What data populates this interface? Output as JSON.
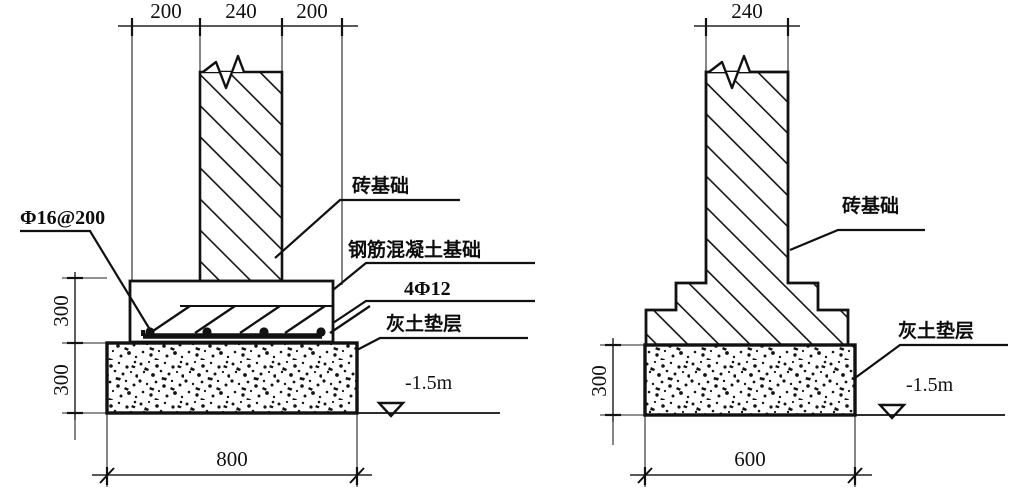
{
  "drawing": {
    "title": "",
    "type": "engineering-section-drawing",
    "colors": {
      "line": "#111111",
      "background": "#ffffff",
      "hatch": "#1a1a1a",
      "fill_concrete_dots": "#141414"
    }
  },
  "figures": [
    {
      "id": "left",
      "name": "reinforced-concrete-strip-foundation",
      "dimensions_top": [
        {
          "value": "200",
          "span_mm": 200
        },
        {
          "value": "240",
          "span_mm": 240
        },
        {
          "value": "200",
          "span_mm": 200
        }
      ],
      "dimensions_left": [
        {
          "value": "300",
          "span_mm": 300,
          "part": "concrete-base"
        },
        {
          "value": "300",
          "span_mm": 300,
          "part": "lime-soil-cushion"
        }
      ],
      "dimension_bottom": {
        "value": "800",
        "span_mm": 800
      },
      "level_mark": "-1.5m",
      "labels": [
        {
          "key": "brick_foundation",
          "text": "砖基础"
        },
        {
          "key": "rc_foundation",
          "text": "钢筋混凝土基础"
        },
        {
          "key": "main_rebar",
          "text": "4Φ12"
        },
        {
          "key": "cushion",
          "text": "灰土垫层"
        },
        {
          "key": "distribution_rebar",
          "text": "Φ16@200"
        }
      ]
    },
    {
      "id": "right",
      "name": "stepped-brick-strip-foundation",
      "dimensions_top": [
        {
          "value": "240",
          "span_mm": 240
        }
      ],
      "dimensions_left": [
        {
          "value": "300",
          "span_mm": 300,
          "part": "lime-soil-cushion"
        }
      ],
      "dimension_bottom": {
        "value": "600",
        "span_mm": 600
      },
      "level_mark": "-1.5m",
      "labels": [
        {
          "key": "brick_foundation",
          "text": "砖基础"
        },
        {
          "key": "cushion",
          "text": "灰土垫层"
        }
      ]
    }
  ],
  "icons": {
    "level_triangle": "level-symbol-triangle",
    "break_line": "break-line-zigzag",
    "rebar_dot": "rebar-section-dot"
  }
}
